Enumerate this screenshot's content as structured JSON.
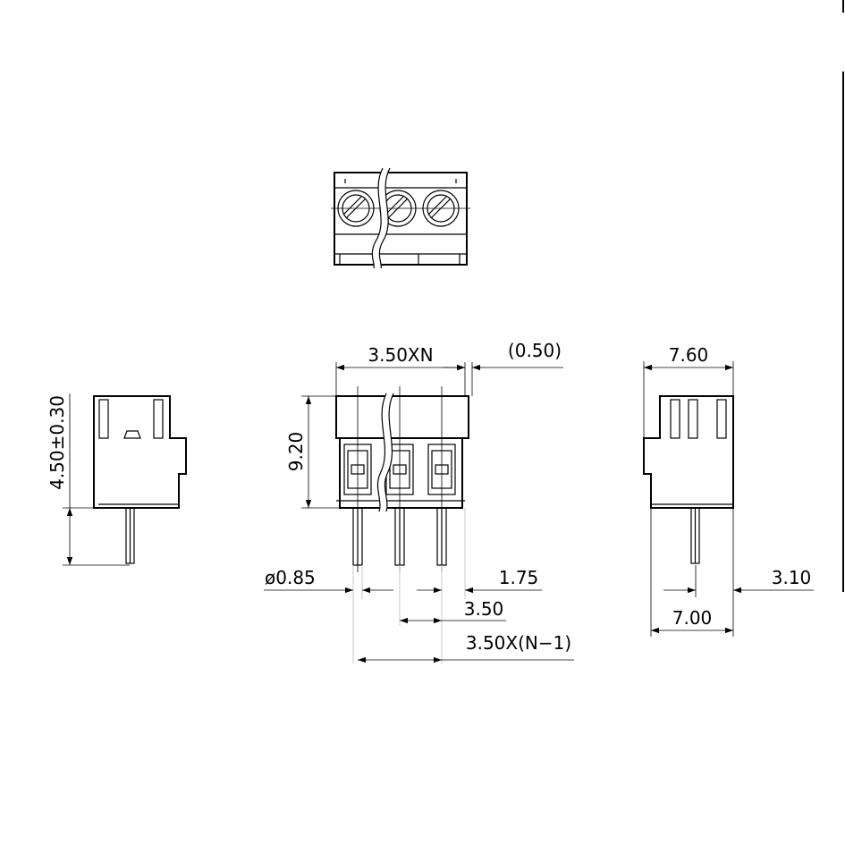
{
  "dimensions": {
    "pitch_total": "3.50XN",
    "offset": "(0.50)",
    "depth_top": "7.60",
    "height_left": "4.50±0.30",
    "height_body": "9.20",
    "pin_diameter": "ø0.85",
    "pin_offset": "1.75",
    "pitch": "3.50",
    "pitch_span": "3.50X(N−1)",
    "pin_position": "3.10",
    "depth_bottom": "7.00"
  }
}
